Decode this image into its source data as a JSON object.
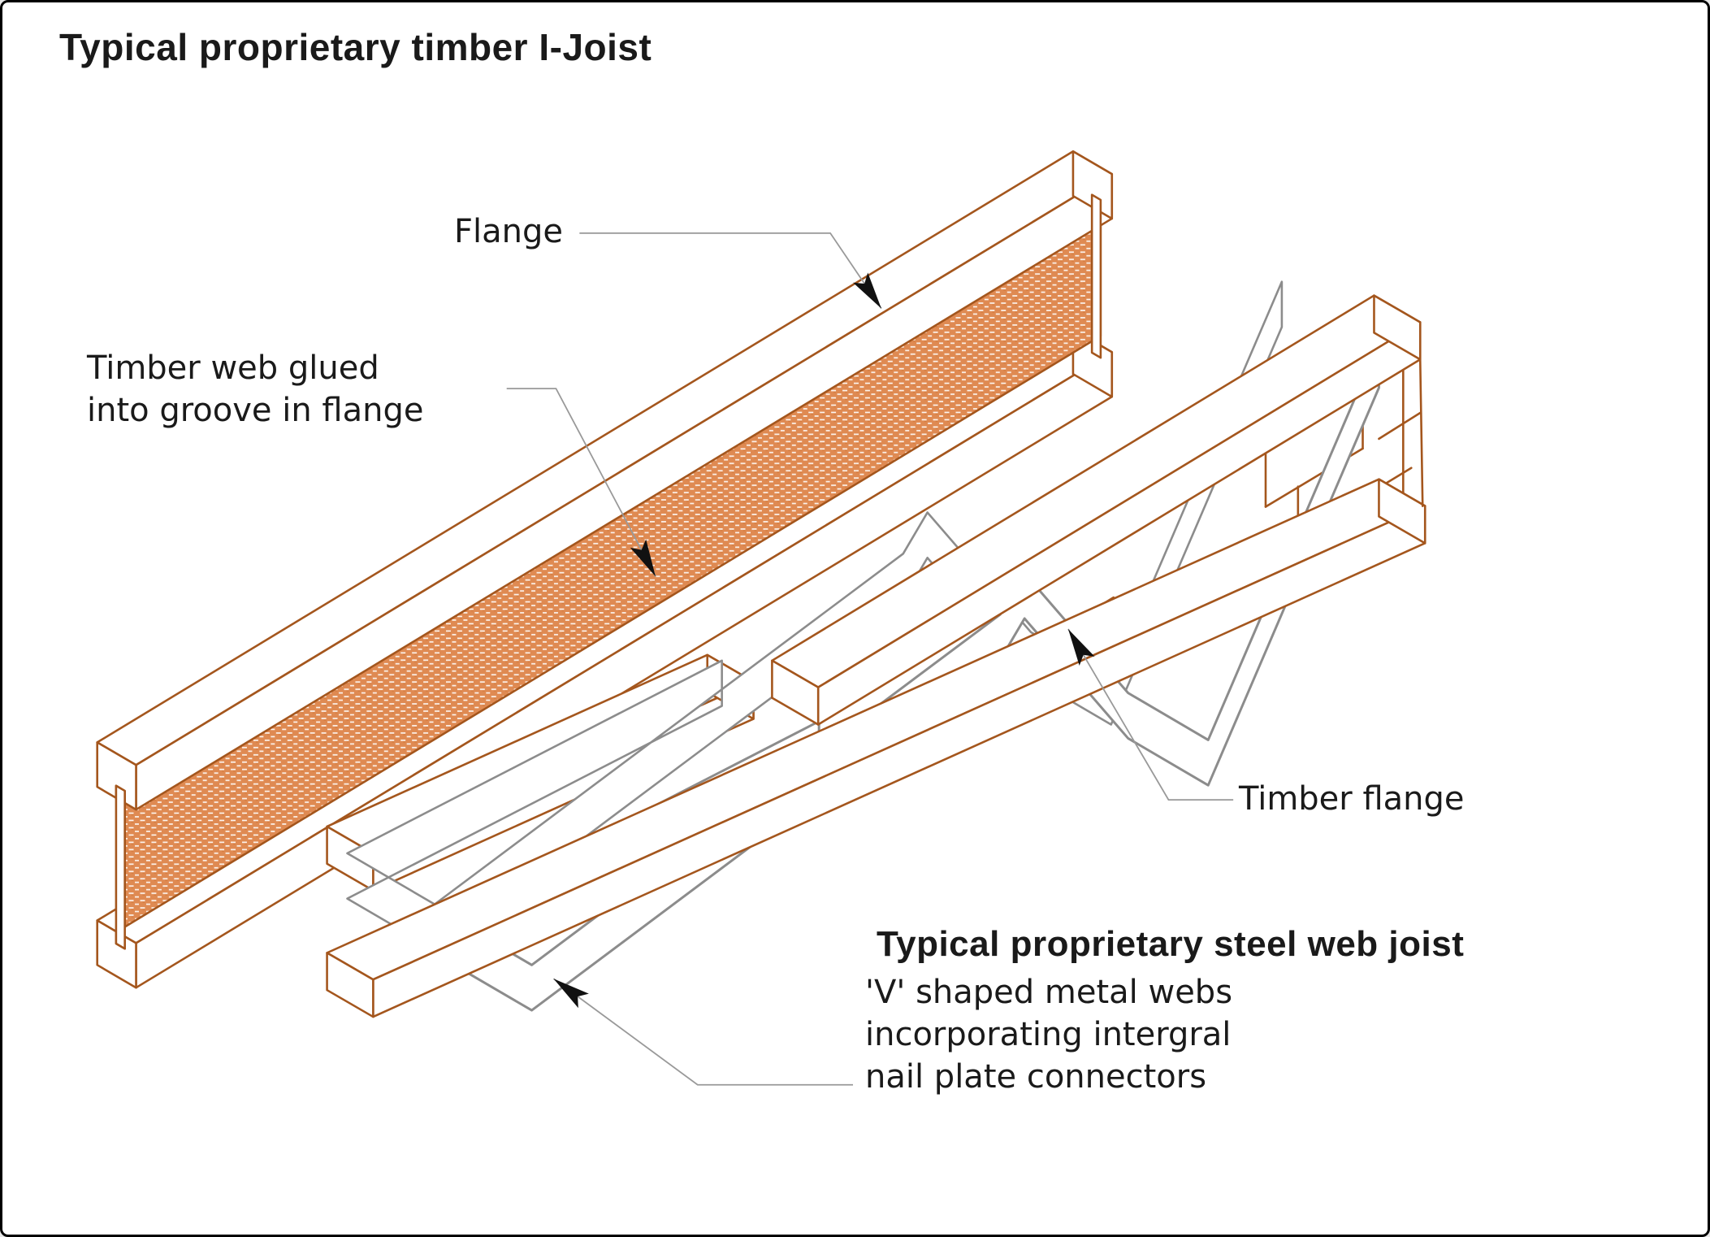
{
  "titles": {
    "ijoist": "Typical proprietary timber I-Joist",
    "steel": "Typical proprietary steel web joist"
  },
  "labels": {
    "flange": "Flange",
    "timber_web": "Timber web glued\ninto groove in flange",
    "timber_flange": "Timber flange",
    "metal_webs": "'V' shaped metal webs\nincorporating intergral\nnail plate connectors"
  },
  "colors": {
    "outline": "#A4561D",
    "hatch_fill": "#DF8A52",
    "hatch_dot": "#FFFFFF",
    "metal": "#8C8C8C",
    "leader": "#999999",
    "arrow": "#111111",
    "text": "#1a1a1a"
  }
}
